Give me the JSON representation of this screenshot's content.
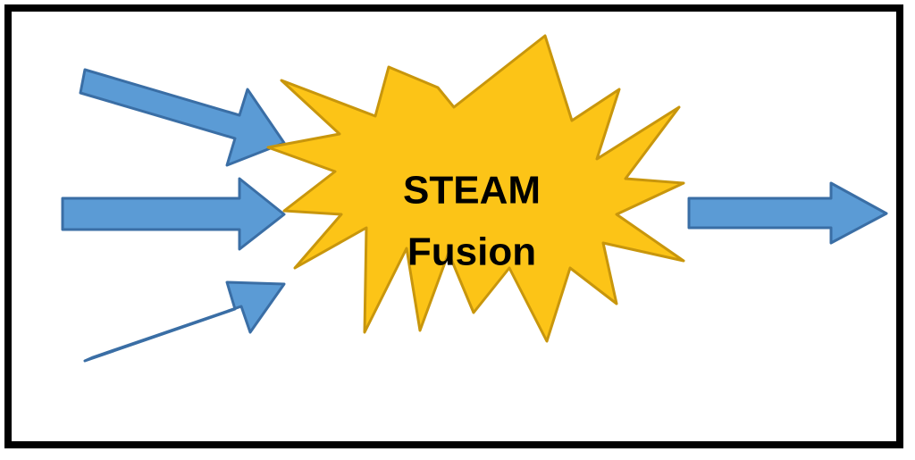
{
  "figure": {
    "type": "concept-diagram",
    "title_line1": "STEAM",
    "title_line2": "Fusion",
    "background_color": "#FFFFFF",
    "border_color": "#000000"
  },
  "burst": {
    "name": "steam-fusion-burst",
    "label_line1": "STEAM",
    "label_line2": "Fusion",
    "fill_color": "#FCC417",
    "stroke_color": "#C8960C",
    "text_color": "#000000"
  },
  "arrows": {
    "fill_color": "#5B9BD5",
    "stroke_color": "#3A6EA5",
    "items": [
      {
        "name": "input-arrow-top",
        "direction": "down-right",
        "role": "input"
      },
      {
        "name": "input-arrow-middle",
        "direction": "right",
        "role": "input"
      },
      {
        "name": "input-arrow-bottom",
        "direction": "up-right",
        "role": "input"
      },
      {
        "name": "output-arrow",
        "direction": "right",
        "role": "output"
      }
    ]
  }
}
